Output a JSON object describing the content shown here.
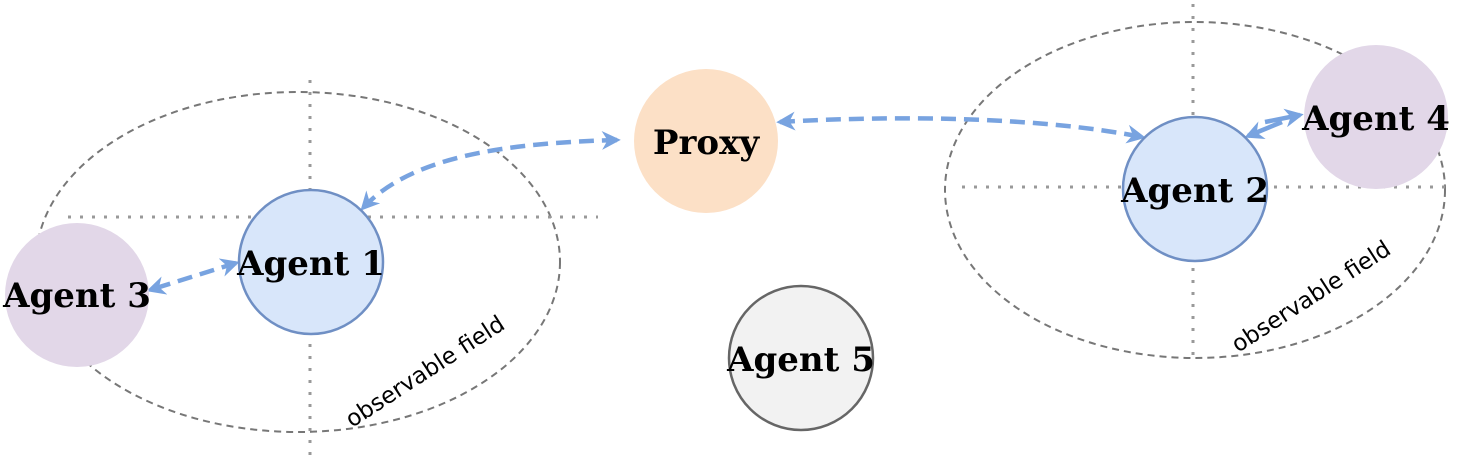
{
  "diagram": {
    "nodes": {
      "proxy": {
        "label": "Proxy",
        "fill": "#fce0c6",
        "stroke": "none"
      },
      "agent1": {
        "label": "Agent 1",
        "fill": "#d8e6fa",
        "stroke": "#6f8fc4"
      },
      "agent2": {
        "label": "Agent 2",
        "fill": "#d8e6fa",
        "stroke": "#6f8fc4"
      },
      "agent3": {
        "label": "Agent 3",
        "fill": "#e2d7e8",
        "stroke": "none"
      },
      "agent4": {
        "label": "Agent 4",
        "fill": "#e2d7e8",
        "stroke": "none"
      },
      "agent5": {
        "label": "Agent 5",
        "fill": "#f2f2f2",
        "stroke": "#666666"
      }
    },
    "fields": {
      "left": {
        "label": "observable field"
      },
      "right": {
        "label": "observable field"
      }
    },
    "colors": {
      "arrow": "#78a3e0",
      "field_outline": "#777777",
      "grid_lines": "#999999"
    }
  }
}
